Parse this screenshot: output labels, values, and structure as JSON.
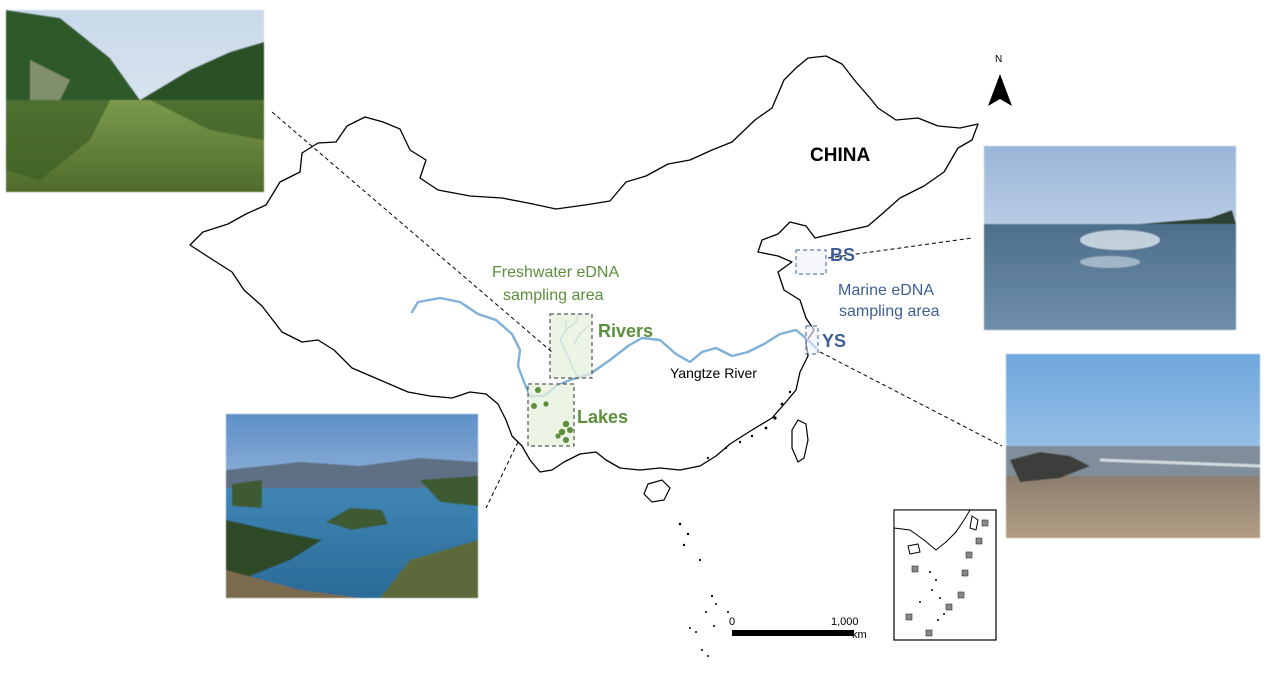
{
  "map": {
    "country_label": "CHINA",
    "north_label": "N",
    "freshwater_area_label": [
      "Freshwater eDNA",
      "sampling area"
    ],
    "marine_area_label": [
      "Marine eDNA",
      "sampling area"
    ],
    "rivers_label": "Rivers",
    "lakes_label": "Lakes",
    "bs_label": "BS",
    "ys_label": "YS",
    "yangtze_label": "Yangtze River",
    "scale": {
      "zero": "0",
      "max": "1,000",
      "unit": "km"
    }
  },
  "colors": {
    "freshwater": "#5b8f3c",
    "marine": "#3d5f94",
    "river": "#7fb0d8",
    "border": "#000000",
    "box_fill": "#e6f0dc"
  },
  "photos": [
    {
      "name": "photo-river-valley",
      "subject": "green river valley with mountains"
    },
    {
      "name": "photo-lake",
      "subject": "blue lake with islands"
    },
    {
      "name": "photo-bohai-sea",
      "subject": "sea under bright sky"
    },
    {
      "name": "photo-yellow-sea",
      "subject": "beach with rocks"
    }
  ]
}
